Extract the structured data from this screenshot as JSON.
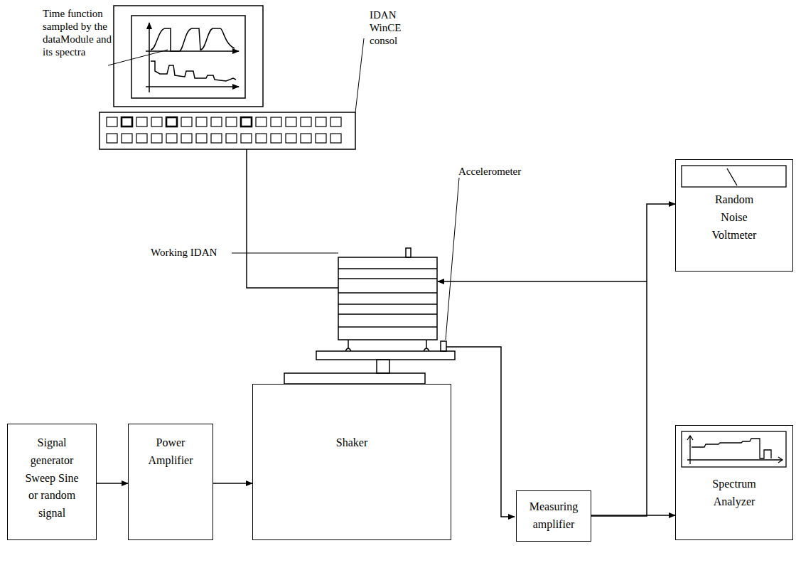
{
  "diagram": {
    "nodes": [
      {
        "text": [
          "Signal generator Sweep Sine or random signal"
        ]
      },
      {
        "text": [
          "Power Amplifier"
        ]
      },
      {
        "text": [
          "Shaker"
        ]
      },
      {
        "text": [
          "Measuring amplifier"
        ]
      },
      {
        "text": [
          "Random Noise Voltmeter"
        ]
      },
      {
        "text": [
          "Spectrum Analyzer"
        ]
      }
    ],
    "edges": [
      {
        "from": 0,
        "to": 1,
        "arrow": "to"
      },
      {
        "from": 1,
        "to": 2,
        "arrow": "to"
      },
      {
        "from": 3,
        "to": 4,
        "arrow": "to"
      },
      {
        "from": 3,
        "to": 5,
        "arrow": "to"
      }
    ],
    "labels": [
      "Time function sampled by the dataModule and its spectra",
      "IDAN WinCE consol",
      "Working IDAN",
      "Accelerometer"
    ]
  }
}
